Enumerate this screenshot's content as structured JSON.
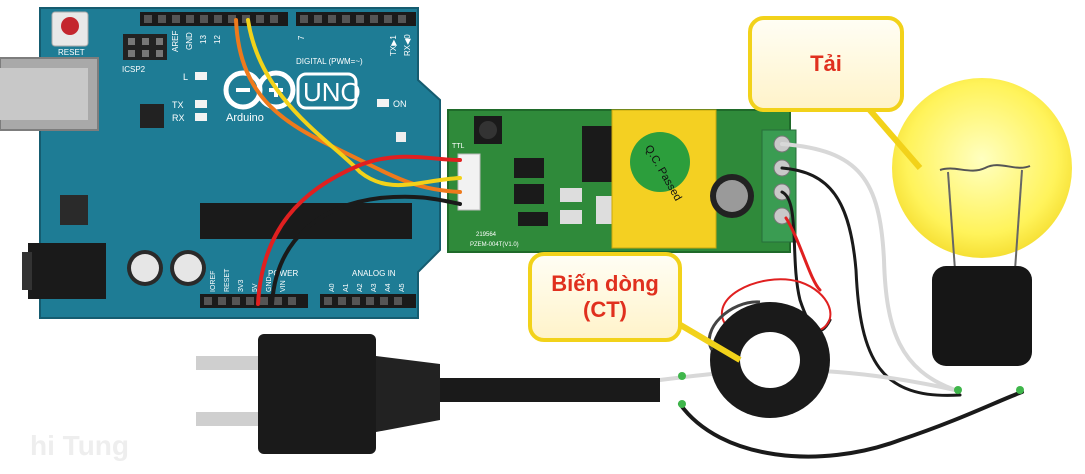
{
  "arduino": {
    "reset_label": "RESET",
    "icsp_label": "ICSP2",
    "l_label": "L",
    "tx_label": "TX",
    "rx_label": "RX",
    "on_label": "ON",
    "uno_label": "UNO",
    "brand_label": "Arduino",
    "digital_label": "DIGITAL (PWM=~)",
    "power_label": "POWER",
    "analog_label": "ANALOG IN",
    "aref_label": "AREF",
    "gnd_label": "GND",
    "pin13_label": "13",
    "pin12_label": "12",
    "pin7_label": "7",
    "txrx_label": "TX▶1",
    "rx0_label": "RX◀0",
    "ioref_label": "IOREF",
    "reset2_label": "RESET",
    "v3_label": "3V3",
    "v5_label": "5V",
    "gnd2_label": "GND",
    "vin_label": "VIN",
    "a0_label": "A0",
    "a1_label": "A1",
    "a2_label": "A2",
    "a3_label": "A3",
    "a4_label": "A4",
    "a5_label": "A5"
  },
  "module": {
    "ttl_label": "TTL",
    "model_label": "PZEM-004T(V1.0)",
    "sticker_text": "Q.C. Passed",
    "code_label": "219564"
  },
  "callouts": {
    "load_label": "Tải",
    "ct_line1": "Biến dòng",
    "ct_line2": "(CT)"
  },
  "watermark": "hi Tung",
  "colors": {
    "board": "#1e7c95",
    "module": "#2f8a3a",
    "wire_red": "#e02020",
    "wire_orange": "#ee7a1c",
    "wire_yellow": "#f2d21a",
    "wire_black": "#1a1a1a",
    "callout_text": "#e0301e",
    "bulb": "#fff35a"
  }
}
